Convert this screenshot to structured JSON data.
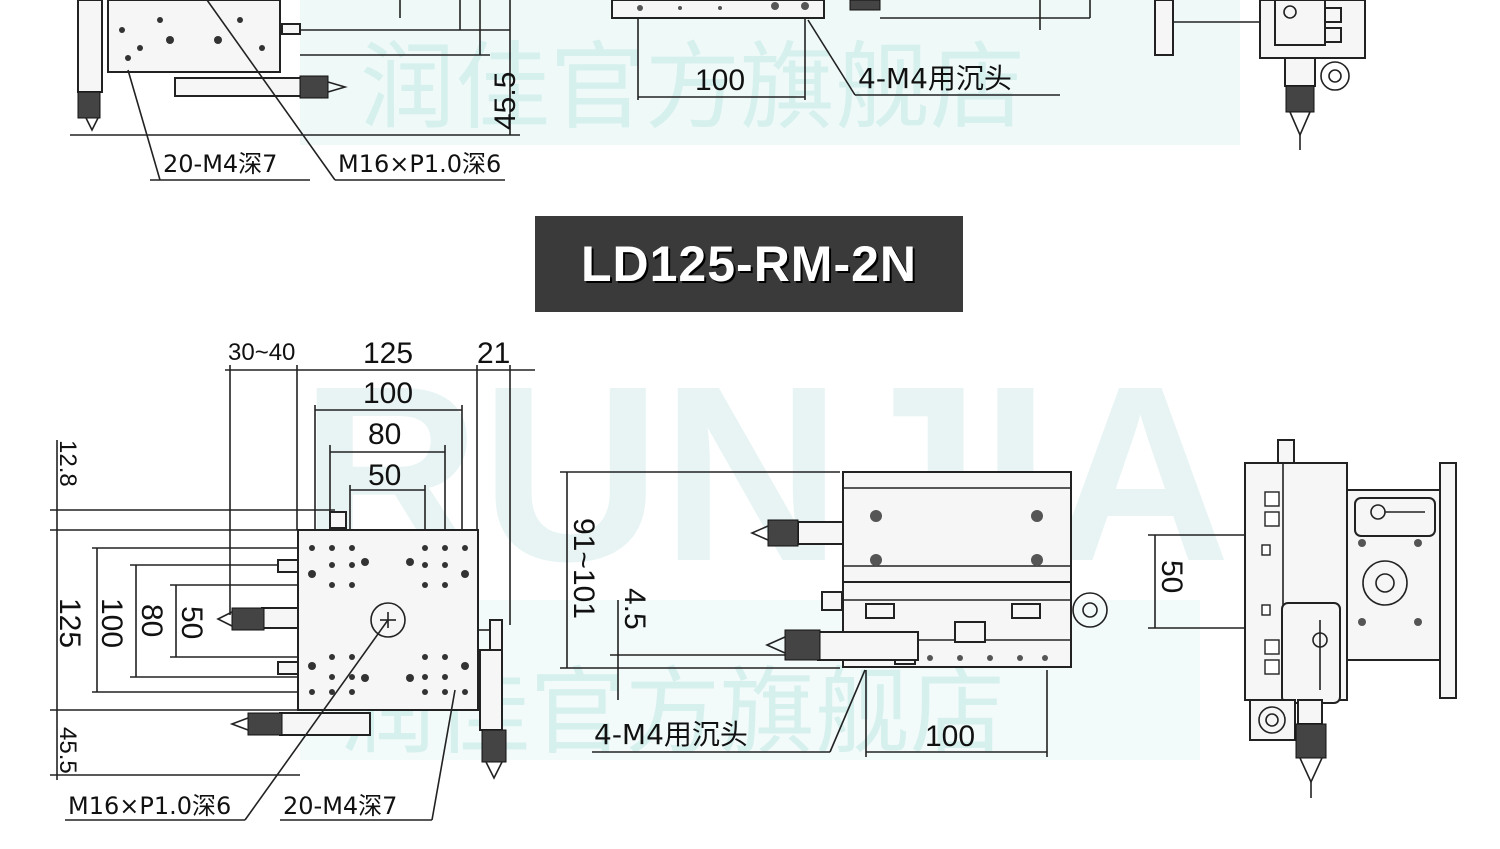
{
  "title": "LD125-RM-2N",
  "watermark": {
    "latin": "RUNJIA",
    "cjk": "润佳官方旗舰店"
  },
  "top_section": {
    "dims": {
      "d100": "100",
      "d45_5": "45.5"
    },
    "callouts": {
      "m4_depth": "20-M4深7",
      "m16": "M16×P1.0深6",
      "countersunk": "4-M4用沉头"
    }
  },
  "top_view": {
    "dims": {
      "d30_40": "30~40",
      "d125_w": "125",
      "d21": "21",
      "d100_w": "100",
      "d80_w": "80",
      "d50_w": "50",
      "d12_8": "12.8",
      "d125_h": "125",
      "d100_h": "100",
      "d80_h": "80",
      "d50_h": "50",
      "d45_5": "45.5"
    },
    "callouts": {
      "m16": "M16×P1.0深6",
      "m4_depth": "20-M4深7"
    }
  },
  "front_view": {
    "dims": {
      "d91_101": "91~101",
      "d4_5": "4.5",
      "d100": "100"
    },
    "callouts": {
      "countersunk": "4-M4用沉头"
    }
  },
  "side_view": {
    "dims": {
      "d50": "50"
    }
  },
  "colors": {
    "title_bg": "#3a3a3a",
    "title_fg": "#ffffff",
    "watermark": "#d6f0ee",
    "line": "#222222"
  }
}
